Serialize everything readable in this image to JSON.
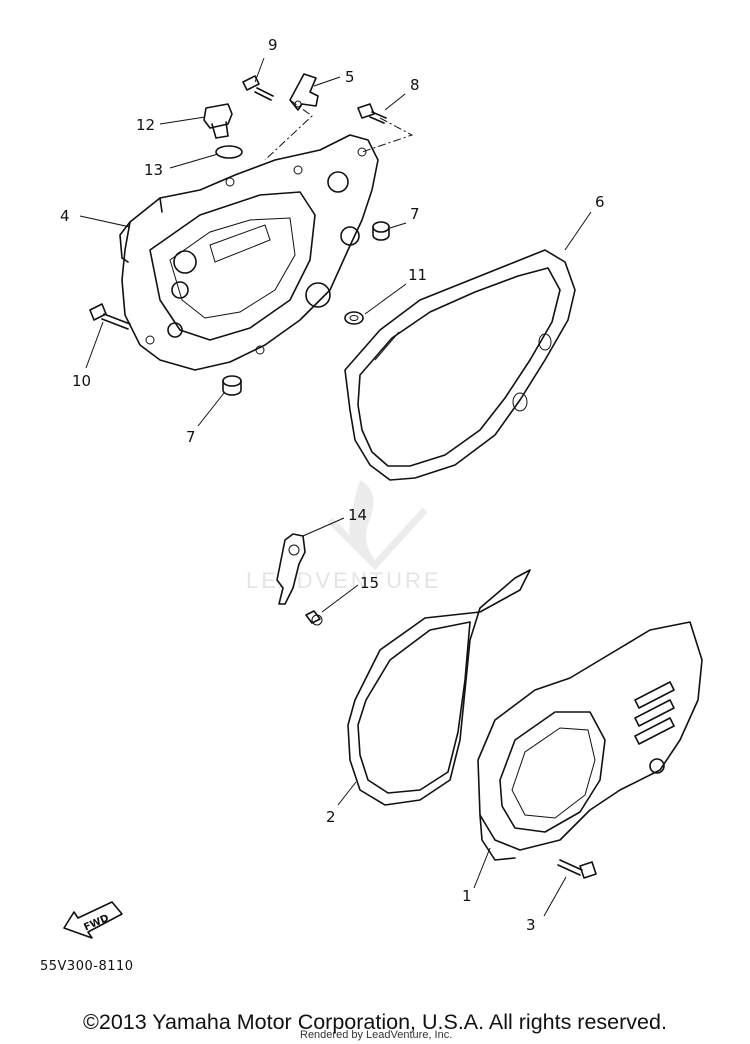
{
  "diagram": {
    "callouts": [
      {
        "id": "9",
        "label": "9"
      },
      {
        "id": "5",
        "label": "5"
      },
      {
        "id": "8",
        "label": "8"
      },
      {
        "id": "12",
        "label": "12"
      },
      {
        "id": "13",
        "label": "13"
      },
      {
        "id": "4",
        "label": "4"
      },
      {
        "id": "7a",
        "label": "7"
      },
      {
        "id": "6",
        "label": "6"
      },
      {
        "id": "11",
        "label": "11"
      },
      {
        "id": "10",
        "label": "10"
      },
      {
        "id": "7b",
        "label": "7"
      },
      {
        "id": "14",
        "label": "14"
      },
      {
        "id": "15",
        "label": "15"
      },
      {
        "id": "2",
        "label": "2"
      },
      {
        "id": "1",
        "label": "1"
      },
      {
        "id": "3",
        "label": "3"
      }
    ],
    "fwd_label": "FWD",
    "part_code": "55V300-8110",
    "watermark": "LEADVENTURE",
    "render_note": "Rendered by LeadVenture, Inc."
  },
  "footer": {
    "copyright": "©2013 Yamaha Motor Corporation, U.S.A. All rights reserved."
  }
}
